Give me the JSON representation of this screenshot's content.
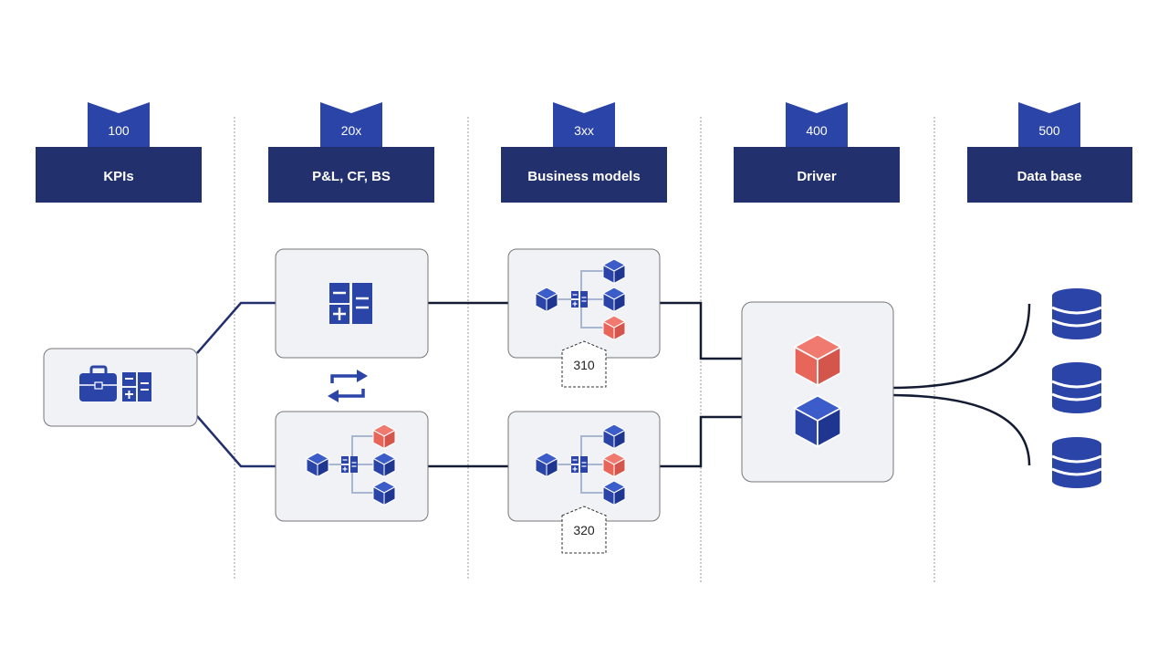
{
  "columns": [
    {
      "code": "100",
      "label": "KPIs"
    },
    {
      "code": "20x",
      "label": "P&L, CF, BS"
    },
    {
      "code": "3xx",
      "label": "Business models"
    },
    {
      "code": "400",
      "label": "Driver"
    },
    {
      "code": "500",
      "label": "Data base"
    }
  ],
  "tags": {
    "top": "310",
    "bottom": "320"
  },
  "colors": {
    "header": "#22306e",
    "ribbon": "#2a44a8",
    "node_fill": "#f0f2f5",
    "node_stroke": "#777777",
    "icon_blue": "#2a44a8",
    "icon_red": "#e8655a",
    "connector": "#c9cfe0",
    "line_dark": "#141c33"
  },
  "icons": [
    "briefcase-icon",
    "calculator-icon",
    "swap-arrows-icon",
    "cube-icon",
    "database-icon"
  ]
}
